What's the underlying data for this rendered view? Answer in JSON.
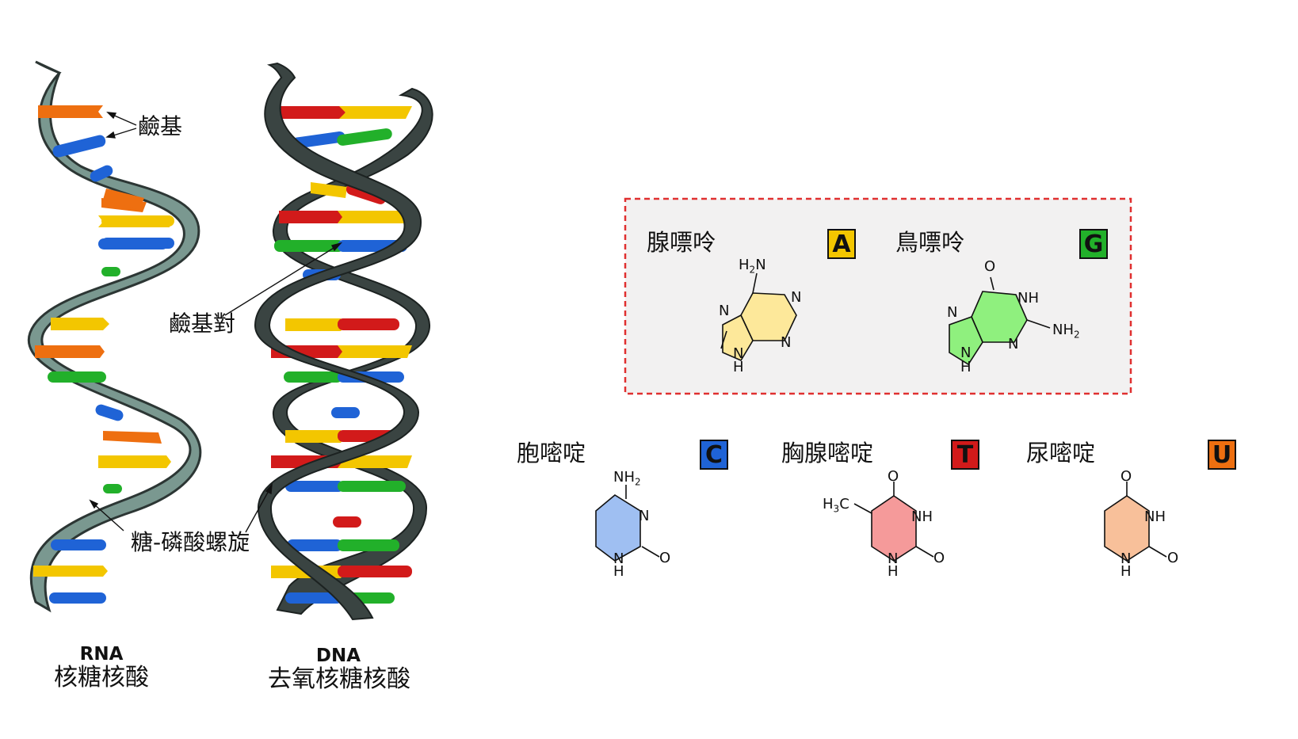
{
  "annotations": {
    "base": "鹼基",
    "base_pair": "鹼基對",
    "backbone": "糖-磷酸螺旋"
  },
  "helices": {
    "rna": {
      "abbr": "RNA",
      "name": "核糖核酸"
    },
    "dna": {
      "abbr": "DNA",
      "name": "去氧核糖核酸"
    }
  },
  "purines_box": {
    "border_color": "#e03030",
    "fill": "#f2f1f1"
  },
  "molecules": {
    "adenine": {
      "name": "腺嘌呤",
      "letter": "A",
      "color": "#f3c600",
      "ring_color": "#fde89a"
    },
    "guanine": {
      "name": "鳥嘌呤",
      "letter": "G",
      "color": "#22b02a",
      "ring_color": "#8ff07e"
    },
    "cytosine": {
      "name": "胞嘧啶",
      "letter": "C",
      "color": "#1f63d6",
      "ring_color": "#9fbff2"
    },
    "thymine": {
      "name": "胸腺嘧啶",
      "letter": "T",
      "color": "#d21a1a",
      "ring_color": "#f59a9a"
    },
    "uracil": {
      "name": "尿嘧啶",
      "letter": "U",
      "color": "#ee6f10",
      "ring_color": "#f8c09a"
    }
  },
  "atom_labels": {
    "n": "N",
    "nh": "NH",
    "h": "H",
    "o": "O",
    "nh2_prefix": "NH",
    "h2n_prefix": "H",
    "h2n_suffix": "N",
    "h3c_prefix": "H",
    "h3c_suffix": "C",
    "subscript_2": "2",
    "subscript_3": "3"
  }
}
